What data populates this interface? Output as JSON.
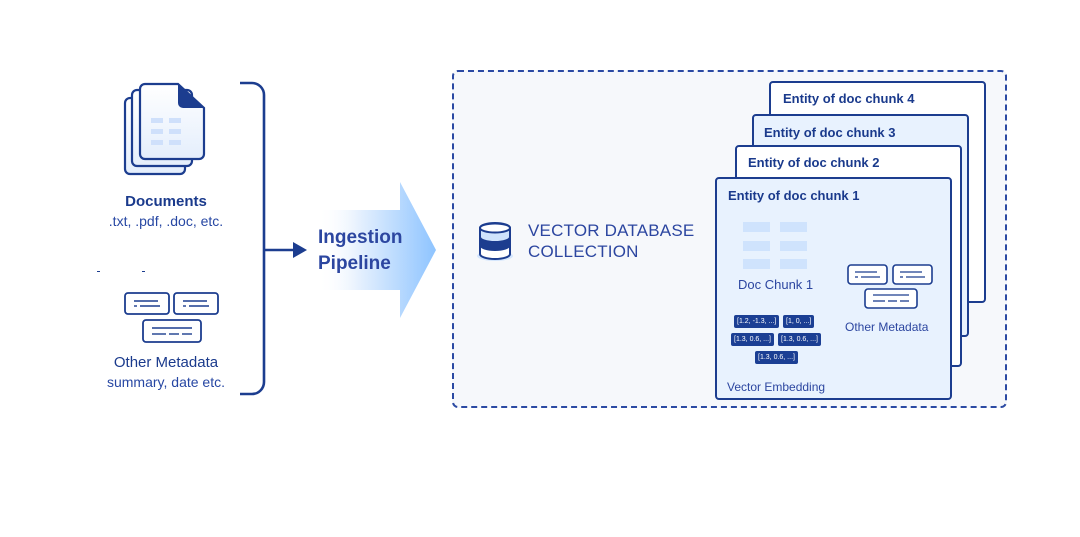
{
  "left": {
    "documents": {
      "title": "Documents",
      "subtitle": ".txt, .pdf, .doc, etc."
    },
    "metadata": {
      "title": "Other Metadata",
      "subtitle": "summary, date etc."
    }
  },
  "pipeline": {
    "line1": "Ingestion",
    "line2": "Pipeline"
  },
  "collection": {
    "title_line1": "VECTOR DATABASE",
    "title_line2": "COLLECTION",
    "entities": [
      {
        "title": "Entity of doc chunk 4"
      },
      {
        "title": "Entity of doc chunk 3"
      },
      {
        "title": "Entity of doc chunk 2"
      },
      {
        "title": "Entity of doc chunk 1"
      }
    ],
    "front_entity": {
      "doc_chunk_label": "Doc Chunk 1",
      "metadata_label": "Other Metadata",
      "vector_label": "Vector Embedding",
      "vectors": [
        "[1.2, -1.3, ...]",
        "[1, 0, ...]",
        "[1.3, 0.6, ...]",
        "[1.3, 0.6, ...]",
        "[1.3, 0.6, ...]"
      ]
    }
  },
  "colors": {
    "primary": "#1c3d8f",
    "light_fill": "#e8f2fe",
    "panel_bg": "#f6f8fb",
    "arrow_gradient_end": "#9ccbff"
  }
}
